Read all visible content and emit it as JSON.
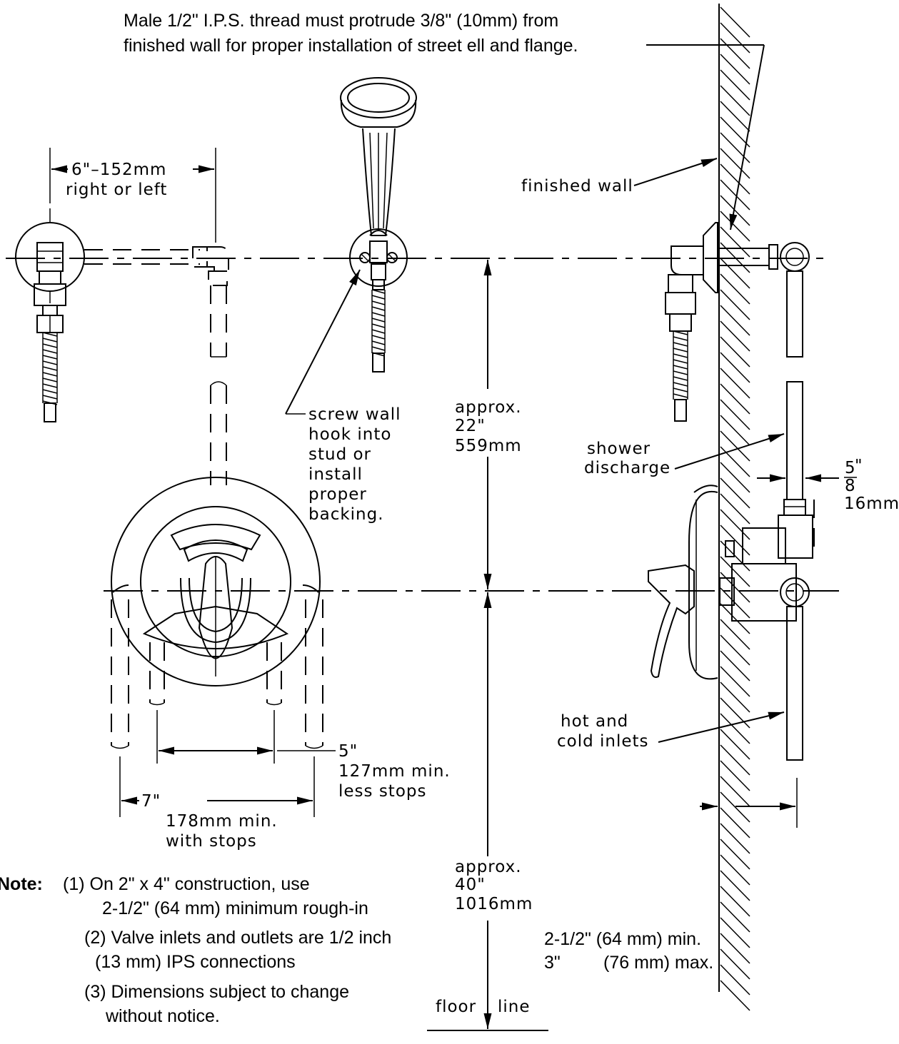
{
  "top_note": {
    "line1": "Male 1/2\" I.P.S. thread must protrude 3/8\" (10mm) from",
    "line2": "finished wall for proper installation of street ell and flange."
  },
  "dim_offset": {
    "line1": "6\"–152mm",
    "line2": "right or left"
  },
  "wall_hook": {
    "lines": [
      "screw wall",
      "hook into",
      "stud or",
      "install",
      "proper",
      "backing."
    ]
  },
  "dim_22": {
    "line1": "approx.",
    "line2": "22\"",
    "line3": "559mm"
  },
  "dim_40": {
    "line1": "approx.",
    "line2": "40\"",
    "line3": "1016mm"
  },
  "finished_wall": "finished wall",
  "shower_discharge": {
    "line1": "shower",
    "line2": "discharge"
  },
  "dim_5_8": {
    "num": "5",
    "quote": "\"",
    "den": "8",
    "mm": "16mm"
  },
  "hot_cold": {
    "line1": "hot and",
    "line2": "cold inlets"
  },
  "dim_5in": {
    "line1": "5\"",
    "line2": "127mm min.",
    "line3": "less stops"
  },
  "dim_7in": {
    "line1": "7\"",
    "line2": "178mm min.",
    "line3": "with stops"
  },
  "rough_in": {
    "line1_a": "2-1/2\" (64 mm) min.",
    "line2_a": "3\"",
    "line2_b": "(76 mm) max."
  },
  "floor_line": {
    "left": "floor",
    "right": "line"
  },
  "notes": {
    "label": "Note:",
    "n1_a": "(1)  On 2\" x 4\" construction, use",
    "n1_b": "2-1/2\" (64 mm) minimum rough-in",
    "n2_a": "(2) Valve inlets and outlets are 1/2 inch",
    "n2_b": "(13 mm) IPS connections",
    "n3_a": "(3)  Dimensions subject to change",
    "n3_b": "without notice."
  }
}
